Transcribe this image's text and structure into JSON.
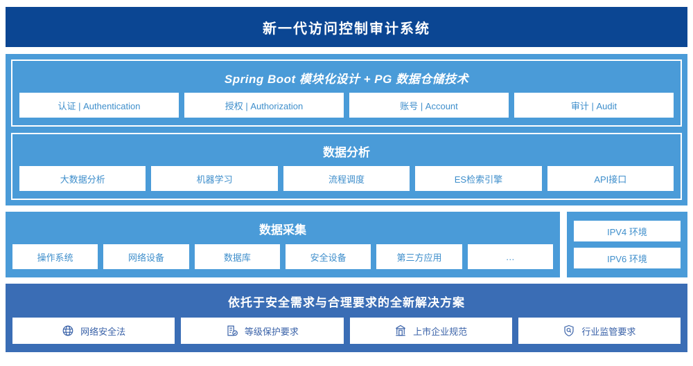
{
  "header": {
    "title": "新一代访问控制审计系统"
  },
  "colors": {
    "title_bar": "#0b4693",
    "panel_blue": "#4a9bd8",
    "solution_blue": "#3a6db5",
    "chip_text": "#3e8ecb",
    "solution_chip_text": "#3a62a8",
    "chip_bg": "#ffffff"
  },
  "platform": {
    "groups": [
      {
        "title": "Spring Boot 模块化设计 + PG 数据仓储技术",
        "style": "italic",
        "chips": [
          {
            "label": "认证 | Authentication"
          },
          {
            "label": "授权 | Authorization"
          },
          {
            "label": "账号 | Account"
          },
          {
            "label": "审计 | Audit"
          }
        ]
      },
      {
        "title": "数据分析",
        "style": "normal",
        "chips": [
          {
            "label": "大数据分析"
          },
          {
            "label": "机器学习"
          },
          {
            "label": "流程调度"
          },
          {
            "label": "ES检索引擎"
          },
          {
            "label": "API接口"
          }
        ]
      }
    ]
  },
  "collection": {
    "title": "数据采集",
    "chips": [
      {
        "label": "操作系统"
      },
      {
        "label": "网络设备"
      },
      {
        "label": "数据库"
      },
      {
        "label": "安全设备"
      },
      {
        "label": "第三方应用"
      },
      {
        "label": "…"
      }
    ],
    "environments": [
      {
        "label": "IPV4 环境"
      },
      {
        "label": "IPV6 环境"
      }
    ]
  },
  "solutions": {
    "title": "依托于安全需求与合理要求的全新解决方案",
    "chips": [
      {
        "label": "网络安全法",
        "icon": "globe-icon"
      },
      {
        "label": "等级保护要求",
        "icon": "document-check-icon"
      },
      {
        "label": "上市企业规范",
        "icon": "building-icon"
      },
      {
        "label": "行业监管要求",
        "icon": "shield-search-icon"
      }
    ]
  }
}
